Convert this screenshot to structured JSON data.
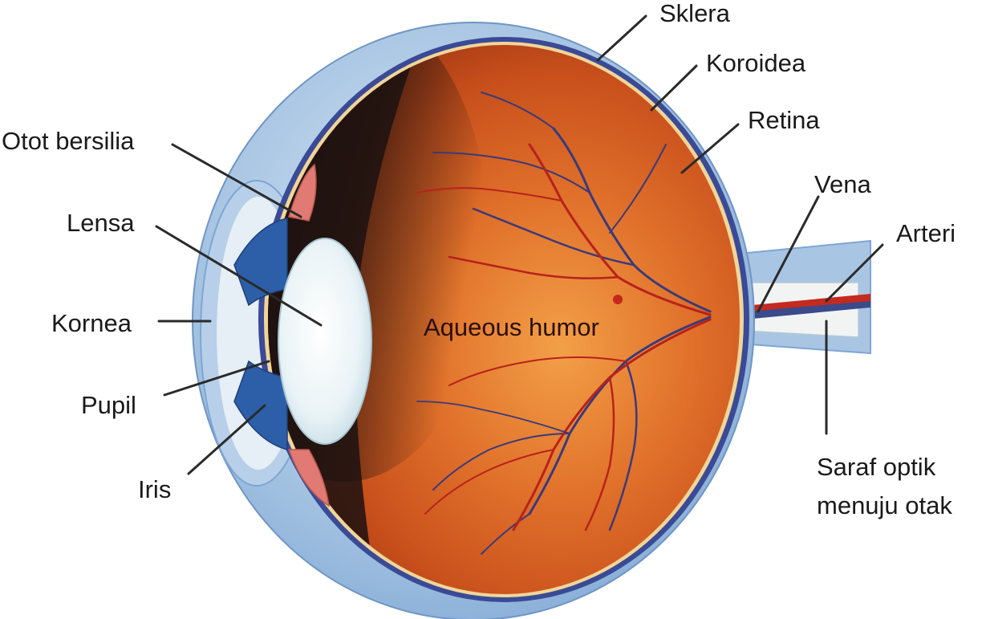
{
  "labels": {
    "sklera": "Sklera",
    "koroidea": "Koroidea",
    "retina": "Retina",
    "vena": "Vena",
    "arteri": "Arteri",
    "otot_bersilia": "Otot bersilia",
    "lensa": "Lensa",
    "kornea": "Kornea",
    "pupil": "Pupil",
    "iris": "Iris",
    "aqueous_humor": "Aqueous humor",
    "saraf_optik_line1": "Saraf optik",
    "saraf_optik_line2": "menuju otak"
  },
  "colors": {
    "sclera": "#8fb3d9",
    "sclera_light": "#c9dcee",
    "choroid": "#2f3f8f",
    "retina_edge": "#f2d9a0",
    "vitreous_dark": "#1e1410",
    "vitreous_orange": "#d9631f",
    "vitreous_light": "#f2a04a",
    "vessel": "#b8221a",
    "vein": "#3a3a7a",
    "lens": "#eef5f8",
    "iris": "#2d5fa8",
    "ciliary": "#e07a72"
  }
}
